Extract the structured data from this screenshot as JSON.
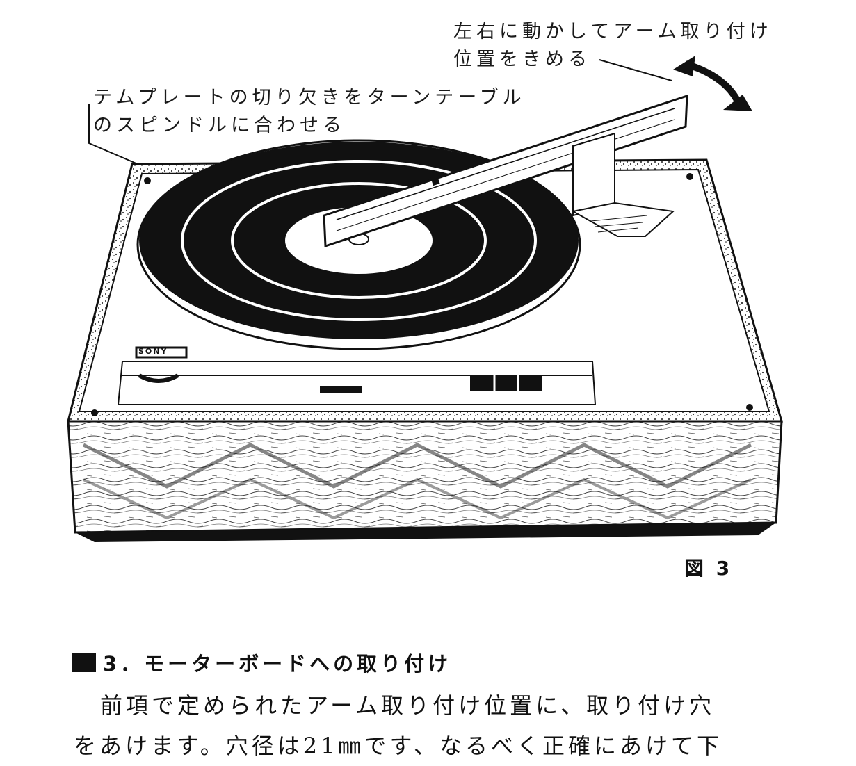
{
  "figure": {
    "callout_arm_line1": "左右に動かしてアーム取り付け",
    "callout_arm_line2": "位置をきめる",
    "callout_template_line1": "テムプレートの切り欠きをターンテーブル",
    "callout_template_line2": "のスピンドルに合わせる",
    "brand_plate": "SONY",
    "label": "図 3"
  },
  "section": {
    "heading": "3．モーターボードへの取り付け",
    "body_line1": "前項で定められたアーム取り付け位置に、取り付け穴",
    "body_line2": "をあけます。穴径は21㎜です、なるべく正確にあけて下"
  },
  "colors": {
    "ink": "#111111",
    "paper": "#ffffff",
    "plinth_grain": "#cfcfcf"
  }
}
